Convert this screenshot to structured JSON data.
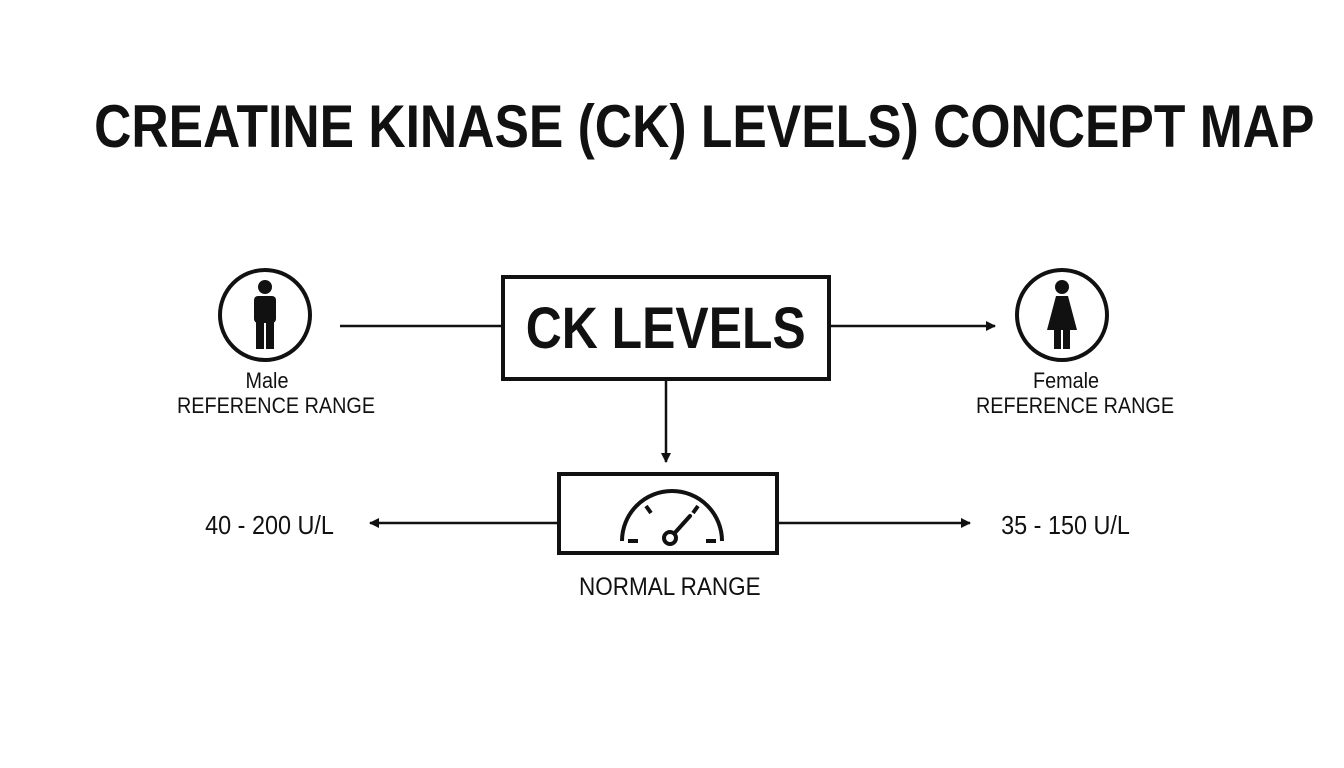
{
  "title": "CREATINE KINASE (CK) LEVELS) CONCEPT MAP",
  "center_node": {
    "label": "CK LEVELS"
  },
  "male": {
    "label": "Male",
    "sublabel": "REFERENCE RANGE",
    "range": "40 - 200 U/L",
    "icon": "male-person-icon"
  },
  "female": {
    "label": "Female",
    "sublabel": "REFERENCE RANGE",
    "range": "35 - 150 U/L",
    "icon": "female-person-icon"
  },
  "normal_node": {
    "label": "NORMAL RANGE",
    "icon": "gauge-icon"
  },
  "colors": {
    "ink": "#111111",
    "background": "#ffffff"
  }
}
